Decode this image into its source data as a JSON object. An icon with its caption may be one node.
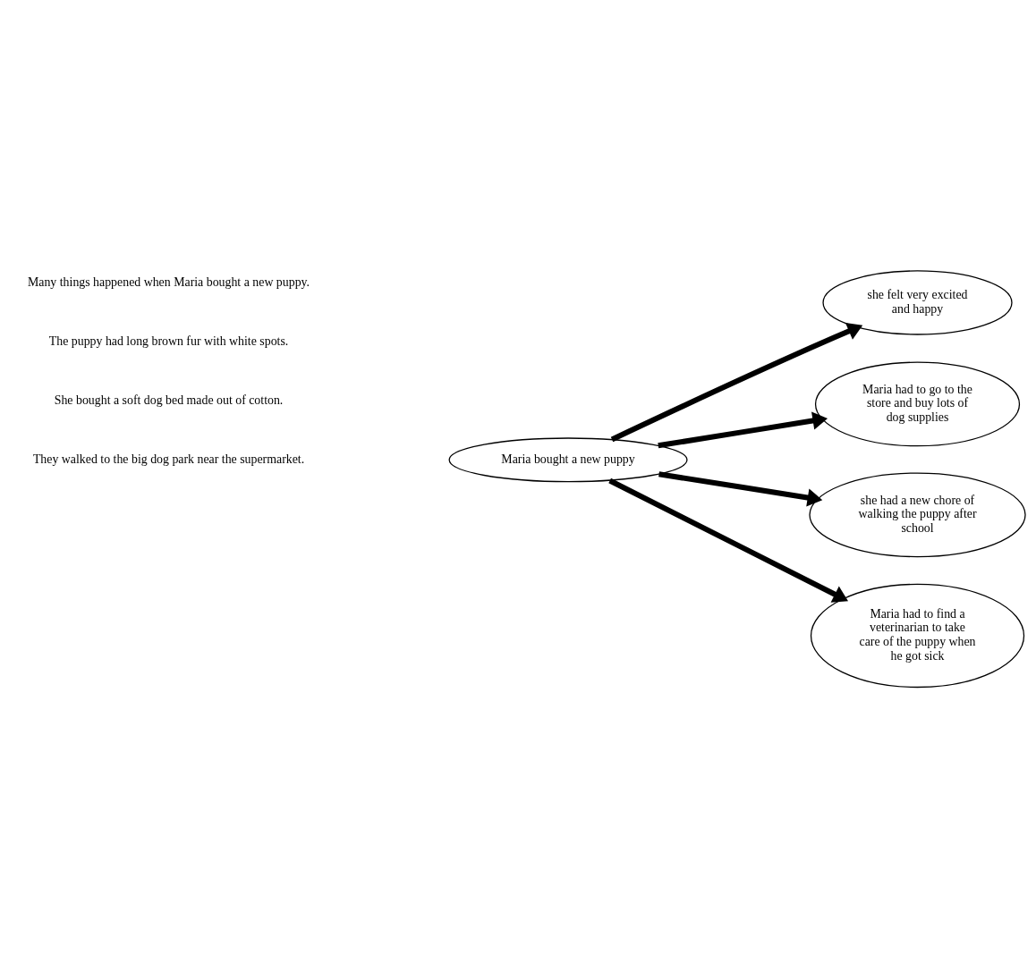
{
  "diagram": {
    "nodes": [
      {
        "text": [
          "Maria bought a new puppy"
        ]
      },
      {
        "text": [
          "she felt very excited and happy"
        ]
      },
      {
        "text": [
          "Maria had to go to the store and buy lots of dog supplies"
        ]
      },
      {
        "text": [
          "she had a new chore of walking the puppy after school"
        ]
      },
      {
        "text": [
          "Maria had to find a veterinarian to take care of the puppy when he got sick"
        ]
      }
    ],
    "edges": [
      {
        "from": 0,
        "to": 1,
        "arrow": "to"
      },
      {
        "from": 0,
        "to": 2,
        "arrow": "to"
      },
      {
        "from": 0,
        "to": 3,
        "arrow": "to"
      },
      {
        "from": 0,
        "to": 4,
        "arrow": "to"
      }
    ],
    "labels": [
      "Many things happened when Maria bought a new puppy.",
      "The puppy had long brown fur with white spots.",
      "She bought a soft dog bed made out of cotton.",
      "They walked to the big dog park near the supermarket."
    ]
  }
}
